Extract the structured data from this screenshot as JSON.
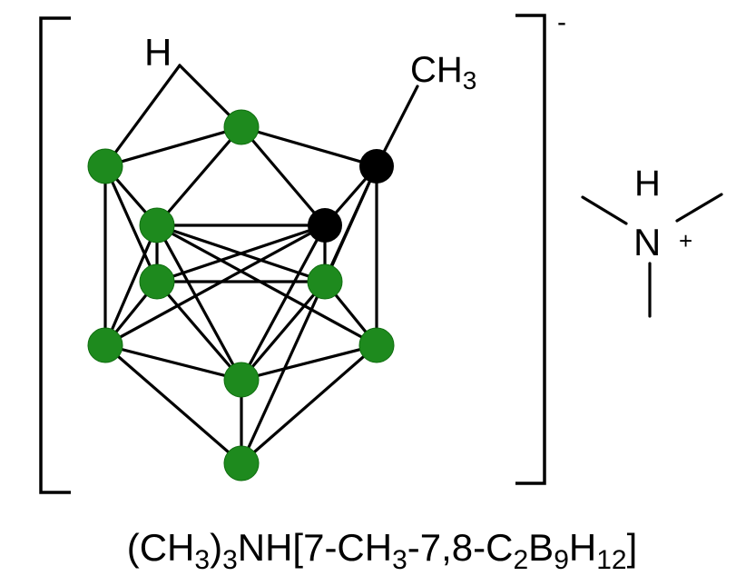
{
  "anion": {
    "hydrogen_label": "H",
    "methyl_label": "CH",
    "methyl_sub": "3",
    "charge": "-",
    "boron_color": "#1e8a1e",
    "carbon_color": "#000000",
    "atoms": [
      {
        "name": "boron-atom",
        "element": "B"
      },
      {
        "name": "boron-atom",
        "element": "B"
      },
      {
        "name": "boron-atom",
        "element": "B"
      },
      {
        "name": "boron-atom",
        "element": "B"
      },
      {
        "name": "boron-atom",
        "element": "B"
      },
      {
        "name": "boron-atom",
        "element": "B"
      },
      {
        "name": "boron-atom",
        "element": "B"
      },
      {
        "name": "boron-atom",
        "element": "B"
      },
      {
        "name": "boron-atom",
        "element": "B"
      },
      {
        "name": "carbon-atom",
        "element": "C"
      },
      {
        "name": "carbon-atom",
        "element": "C"
      }
    ]
  },
  "cation": {
    "hydrogen_label": "H",
    "nitrogen_label": "N",
    "charge": "+"
  },
  "formula": {
    "parts": [
      {
        "text": "(CH",
        "style": "normal"
      },
      {
        "text": "3",
        "style": "sub"
      },
      {
        "text": ")",
        "style": "normal"
      },
      {
        "text": "3",
        "style": "sub"
      },
      {
        "text": "NH[7-CH",
        "style": "normal"
      },
      {
        "text": "3",
        "style": "sub"
      },
      {
        "text": "-7,8-C",
        "style": "normal"
      },
      {
        "text": "2",
        "style": "sub"
      },
      {
        "text": "B",
        "style": "normal"
      },
      {
        "text": "9",
        "style": "sub"
      },
      {
        "text": "H",
        "style": "normal"
      },
      {
        "text": "12",
        "style": "sub"
      },
      {
        "text": "]",
        "style": "normal"
      }
    ]
  }
}
